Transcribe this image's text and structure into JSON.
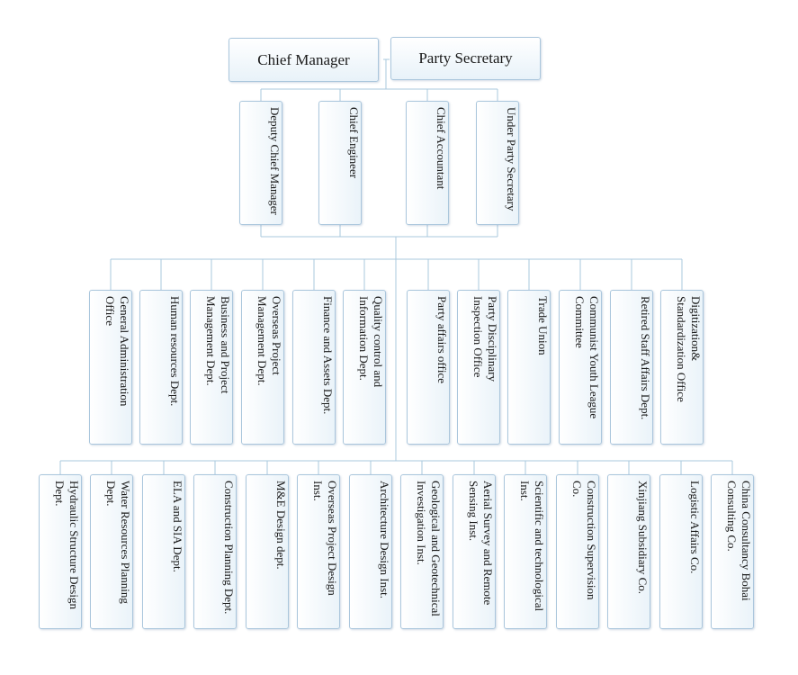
{
  "top": {
    "chief_manager": "Chief Manager",
    "party_secretary": "Party Secretary"
  },
  "deputies": [
    "Deputy Chief Manager",
    "Chief Engineer",
    "Chief Accountant",
    "Under Party Secretary"
  ],
  "departments": [
    "General Administration\nOffice",
    "Human resources Dept.",
    "Business and Project\nManagement Dept.",
    "Overseas Project\nManagement Dept.",
    "Finance and Assets Dept.",
    "Quality control and\nInformation Dept.",
    "Party affairs office",
    "Party Disciplinary\nInspection Office",
    "Trade Union",
    "Communist Youth League\nCommittee",
    "Retired Staff Affairs Dept.",
    "Digitization&\nStandardization Office"
  ],
  "units": [
    "Hydraulic Structure Design\nDept.",
    "Water Resources Planning\nDept.",
    "ELA and SIA Dept.",
    "Construction Planning Dept.",
    "M&E Design dept.",
    "Overseas Project Design\nInst.",
    "Architecture Design Inst.",
    "Geological and Geotechnical\nInvestigation Inst.",
    "Aerial Survey and Remote\nSensing Inst.",
    "Scientific and technological\nInst.",
    "Construction Supervision\nCo.",
    "Xinjiang Subsidiary Co.",
    "Logistic Affairs  Co.",
    "China Consultancy Bohai\nConsulting Co."
  ],
  "colors": {
    "line": "#a9c8de",
    "box_border": "#aac6dc",
    "box_fill": "#eaf3f9"
  }
}
